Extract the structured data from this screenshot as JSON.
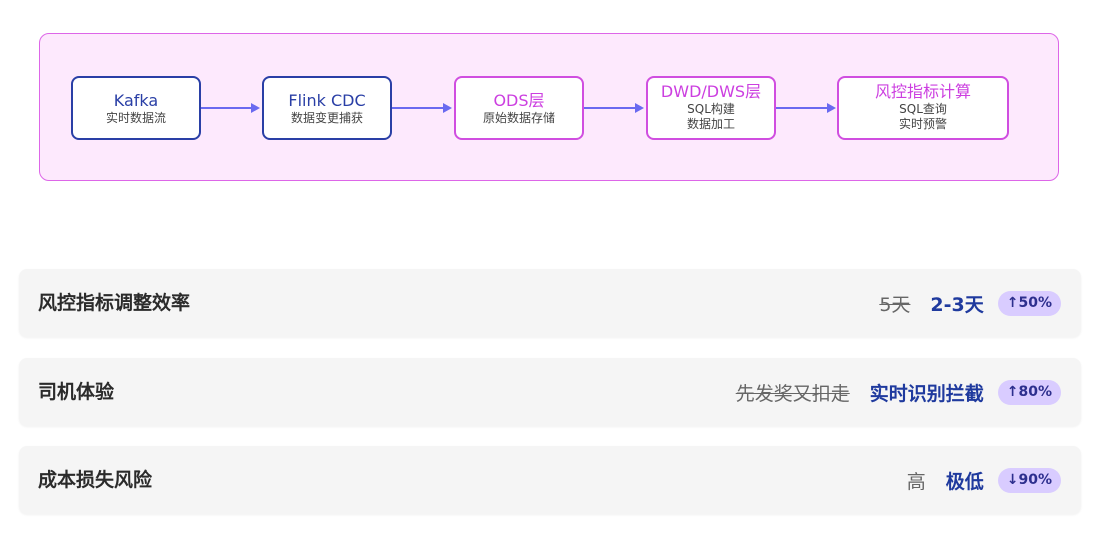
{
  "flow": {
    "nodes": [
      {
        "title": "Kafka",
        "sub1": "实时数据流",
        "sub2": ""
      },
      {
        "title": "Flink CDC",
        "sub1": "数据变更捕获",
        "sub2": ""
      },
      {
        "title": "ODS层",
        "sub1": "原始数据存储",
        "sub2": ""
      },
      {
        "title": "DWD/DWS层",
        "sub1": "SQL构建",
        "sub2": "数据加工"
      },
      {
        "title": "风控指标计算",
        "sub1": "SQL查询",
        "sub2": "实时预警"
      }
    ]
  },
  "metrics": [
    {
      "label": "风控指标调整效率",
      "old": "5天",
      "new": "2-3天",
      "badge": "↑50%"
    },
    {
      "label": "司机体验",
      "old": "先发奖又扣走",
      "new": "实时识别拦截",
      "badge": "↑80%"
    },
    {
      "label": "成本损失风险",
      "old": "高",
      "new": "极低",
      "badge": "↓90%"
    }
  ],
  "colors": {
    "panel_bg": "#fde9fd",
    "panel_border": "#dd66e8",
    "blue_node": "#2a3fa6",
    "pink_node": "#d04ee0",
    "arrow": "#6a6af0",
    "badge_bg": "#d9ccff",
    "accent_value": "#1f3a9e"
  }
}
